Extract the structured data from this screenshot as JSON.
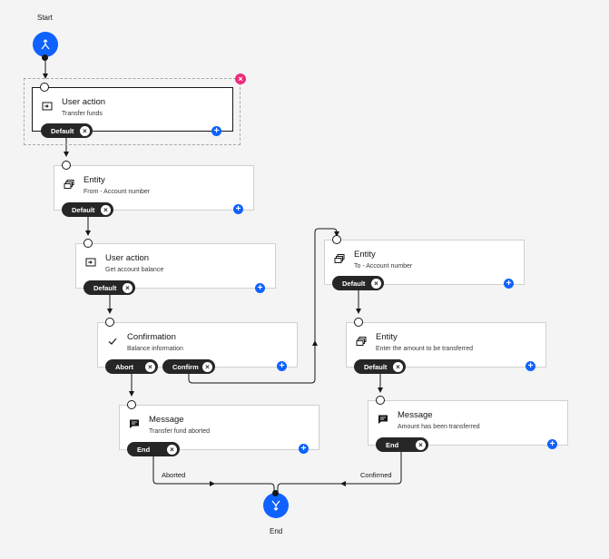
{
  "start": {
    "label": "Start"
  },
  "end": {
    "label": "End"
  },
  "nodes": [
    {
      "title": "User action",
      "subtitle": "Transfer funds",
      "icon": "user-action-icon",
      "branches": [
        {
          "label": "Default"
        }
      ]
    },
    {
      "title": "Entity",
      "subtitle": "From - Account number",
      "icon": "entity-icon",
      "branches": [
        {
          "label": "Default"
        }
      ]
    },
    {
      "title": "User action",
      "subtitle": "Get account balance",
      "icon": "user-action-icon",
      "branches": [
        {
          "label": "Default"
        }
      ]
    },
    {
      "title": "Confirmation",
      "subtitle": "Balance information",
      "icon": "checkmark-icon",
      "branches": [
        {
          "label": "Abort"
        },
        {
          "label": "Confirm"
        }
      ]
    },
    {
      "title": "Message",
      "subtitle": "Transfer fund aborted",
      "icon": "message-icon",
      "branches": [
        {
          "label": "End"
        }
      ]
    },
    {
      "title": "Entity",
      "subtitle": "To - Account number",
      "icon": "entity-icon",
      "branches": [
        {
          "label": "Default"
        }
      ]
    },
    {
      "title": "Entity",
      "subtitle": "Enter the amount to be transferred",
      "icon": "entity-icon",
      "branches": [
        {
          "label": "Default"
        }
      ]
    },
    {
      "title": "Message",
      "subtitle": "Amount has been transferred",
      "icon": "message-icon",
      "branches": [
        {
          "label": "End"
        }
      ]
    }
  ],
  "edge_labels": {
    "aborted": "Aborted",
    "confirmed": "Confirmed"
  },
  "colors": {
    "accent": "#0f62fe",
    "pill": "#262626",
    "delete": "#ee2a7b"
  }
}
